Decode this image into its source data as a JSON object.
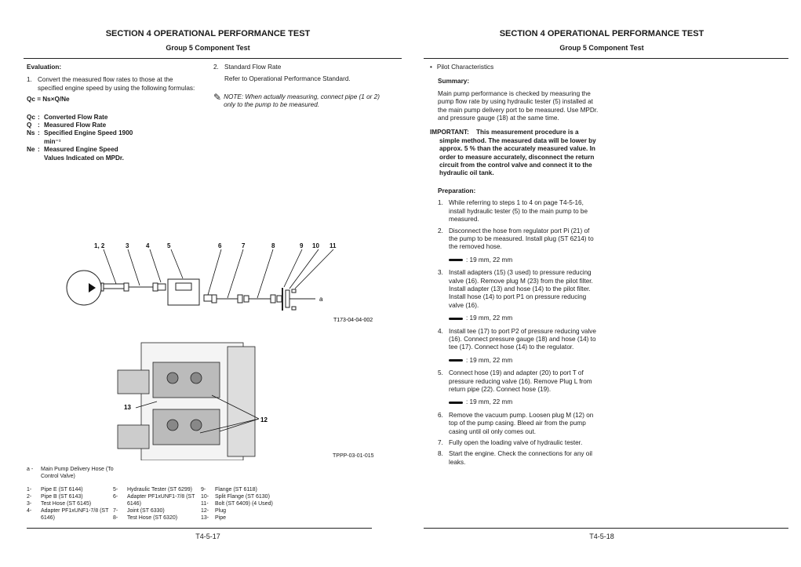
{
  "left": {
    "title": "SECTION 4 OPERATIONAL PERFORMANCE TEST",
    "subtitle": "Group 5 Component Test",
    "evaluation_heading": "Evaluation:",
    "step1_num": "1.",
    "step1": "Convert the measured flow rates to those at the specified engine speed by using the following formulas:",
    "formula": "Qc = Ns×Q/Ne",
    "defs": [
      {
        "sym": "Qc",
        "sep": ":",
        "text": "Converted Flow Rate"
      },
      {
        "sym": "Q",
        "sep": ":",
        "text": "Measured Flow Rate"
      },
      {
        "sym": "Ns",
        "sep": ":",
        "text": "Specified Engine Speed 1900 min⁻¹"
      },
      {
        "sym": "Ne",
        "sep": ":",
        "text": "Measured Engine Speed Values Indicated on MPDr."
      }
    ],
    "step2_num": "2.",
    "step2": "Standard Flow Rate",
    "step2_text": "Refer to Operational Performance Standard.",
    "note": "NOTE:    When actually measuring, connect pipe (1 or 2) only to the pump to be measured.",
    "fig1": {
      "labels": [
        "1, 2",
        "3",
        "4",
        "5",
        "6",
        "7",
        "8",
        "9",
        "10",
        "11"
      ],
      "a_label": "a",
      "caption": "T173-04-04-002"
    },
    "fig2": {
      "label12": "12",
      "label13": "13",
      "caption": "TPPP-03-01-015"
    },
    "legend_a": {
      "key": "a -",
      "text": "Main Pump Delivery Hose (To Control Valve)"
    },
    "legend_cols": [
      [
        {
          "k": "1-",
          "t": "Pipe E (ST 6144)"
        },
        {
          "k": "2-",
          "t": "Pipe B (ST 6143)"
        },
        {
          "k": "3-",
          "t": "Test Hose (ST 6145)"
        },
        {
          "k": "4-",
          "t": "Adapter PF1xUNF1-7/8 (ST 6146)"
        }
      ],
      [
        {
          "k": "5-",
          "t": "Hydraulic Tester (ST 6299)"
        },
        {
          "k": "6-",
          "t": "Adapter PF1xUNF1-7/8 (ST 6146)"
        },
        {
          "k": "7-",
          "t": "Joint (ST 6330)"
        },
        {
          "k": "8-",
          "t": "Test Hose (ST 6320)"
        }
      ],
      [
        {
          "k": "9-",
          "t": "Flange (ST 6118)"
        },
        {
          "k": "10-",
          "t": "Split Flange (ST 6130)"
        },
        {
          "k": "11-",
          "t": "Bolt (ST 6409) (4 Used)"
        },
        {
          "k": "12-",
          "t": "Plug"
        },
        {
          "k": "13-",
          "t": "Pipe"
        }
      ]
    ],
    "page": "T4-5-17"
  },
  "right": {
    "title": "SECTION 4 OPERATIONAL PERFORMANCE TEST",
    "subtitle": "Group 5 Component Test",
    "bullet": "Pilot Characteristics",
    "summary_heading": "Summary:",
    "summary": "Main pump performance is checked by measuring the pump flow rate by using hydraulic tester (5) installed at the main pump delivery port to be measured. Use MPDr. and pressure gauge (18) at the same time.",
    "important_label": "IMPORTANT:",
    "important": "This measurement procedure is a simple method. The measured data will be lower by approx. 5 % than the accurately measured value. In order to measure accurately, disconnect the return circuit from the control valve and connect it to the hydraulic oil tank.",
    "prep_heading": "Preparation:",
    "steps": [
      {
        "n": "1.",
        "t": "While referring to steps 1 to 4 on page T4-5-16, install hydraulic tester (5) to the main pump to be measured.",
        "tool": ""
      },
      {
        "n": "2.",
        "t": "Disconnect the hose from regulator port Pi (21) of the pump to be measured. Install plug (ST 6214) to the removed hose.",
        "tool": ": 19 mm, 22 mm"
      },
      {
        "n": "3.",
        "t": "Install adapters (15) (3 used) to pressure reducing valve (16). Remove plug M (23) from the pilot filter. Install adapter (13) and hose (14) to the pilot filter. Install hose (14) to port P1 on pressure reducing valve (16).",
        "tool": ": 19 mm, 22 mm"
      },
      {
        "n": "4.",
        "t": "Install tee (17) to port P2 of pressure reducing valve (16). Connect pressure gauge (18) and hose (14) to tee (17). Connect hose (14) to the regulator.",
        "tool": ": 19 mm, 22 mm"
      },
      {
        "n": "5.",
        "t": "Connect hose (19) and adapter (20) to port T of pressure reducing valve (16). Remove Plug L from return pipe (22). Connect hose (19).",
        "tool": ": 19 mm, 22 mm"
      },
      {
        "n": "6.",
        "t": "Remove the vacuum pump. Loosen plug M (12) on top of the pump casing. Bleed air from the pump casing until oil only comes out.",
        "tool": ""
      },
      {
        "n": "7.",
        "t": "Fully open the loading valve of hydraulic tester.",
        "tool": ""
      },
      {
        "n": "8.",
        "t": "Start the engine. Check the connections for any oil leaks.",
        "tool": ""
      }
    ],
    "page": "T4-5-18"
  }
}
